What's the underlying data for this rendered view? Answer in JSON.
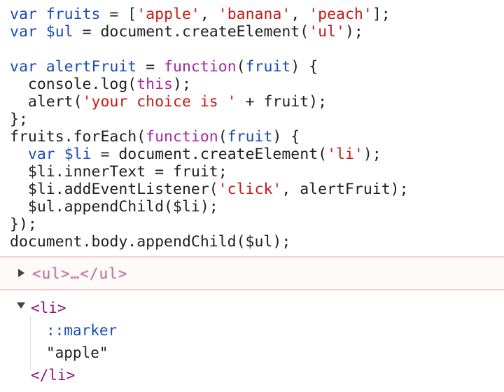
{
  "code": {
    "lines": [
      [
        {
          "t": "var",
          "c": "kb"
        },
        {
          "t": " ",
          "c": "p"
        },
        {
          "t": "fruits",
          "c": "v"
        },
        {
          "t": " = [",
          "c": "p"
        },
        {
          "t": "'apple'",
          "c": "s"
        },
        {
          "t": ", ",
          "c": "p"
        },
        {
          "t": "'banana'",
          "c": "s"
        },
        {
          "t": ", ",
          "c": "p"
        },
        {
          "t": "'peach'",
          "c": "s"
        },
        {
          "t": "];",
          "c": "p"
        }
      ],
      [
        {
          "t": "var",
          "c": "kb"
        },
        {
          "t": " ",
          "c": "p"
        },
        {
          "t": "$ul",
          "c": "v"
        },
        {
          "t": " = document.createElement(",
          "c": "p"
        },
        {
          "t": "'ul'",
          "c": "s"
        },
        {
          "t": ");",
          "c": "p"
        }
      ],
      [],
      [
        {
          "t": "var",
          "c": "kb"
        },
        {
          "t": " ",
          "c": "p"
        },
        {
          "t": "alertFruit",
          "c": "v"
        },
        {
          "t": " = ",
          "c": "p"
        },
        {
          "t": "function",
          "c": "k"
        },
        {
          "t": "(",
          "c": "p"
        },
        {
          "t": "fruit",
          "c": "v"
        },
        {
          "t": ") {",
          "c": "p"
        }
      ],
      [
        {
          "t": "  console.log(",
          "c": "p"
        },
        {
          "t": "this",
          "c": "k"
        },
        {
          "t": ");",
          "c": "p"
        }
      ],
      [
        {
          "t": "  alert(",
          "c": "p"
        },
        {
          "t": "'your choice is '",
          "c": "s"
        },
        {
          "t": " + fruit);",
          "c": "p"
        }
      ],
      [
        {
          "t": "};",
          "c": "p"
        }
      ],
      [
        {
          "t": "fruits.forEach(",
          "c": "p"
        },
        {
          "t": "function",
          "c": "k"
        },
        {
          "t": "(",
          "c": "p"
        },
        {
          "t": "fruit",
          "c": "v"
        },
        {
          "t": ") {",
          "c": "p"
        }
      ],
      [
        {
          "t": "  ",
          "c": "p"
        },
        {
          "t": "var",
          "c": "kb"
        },
        {
          "t": " ",
          "c": "p"
        },
        {
          "t": "$li",
          "c": "v"
        },
        {
          "t": " = document.createElement(",
          "c": "p"
        },
        {
          "t": "'li'",
          "c": "s"
        },
        {
          "t": ");",
          "c": "p"
        }
      ],
      [
        {
          "t": "  $li.innerText = fruit;",
          "c": "p"
        }
      ],
      [
        {
          "t": "  $li.addEventListener(",
          "c": "p"
        },
        {
          "t": "'click'",
          "c": "s"
        },
        {
          "t": ", alertFruit);",
          "c": "p"
        }
      ],
      [
        {
          "t": "  $ul.appendChild($li);",
          "c": "p"
        }
      ],
      [
        {
          "t": "});",
          "c": "p"
        }
      ],
      [
        {
          "t": "document.body.appendChild($ul);",
          "c": "p"
        }
      ]
    ]
  },
  "result": {
    "text": "<ul>…</ul>"
  },
  "dom": {
    "open_tag": "<li>",
    "marker": "::marker",
    "text_node": "\"apple\"",
    "close_tag": "</li>"
  },
  "colors": {
    "keyword_var": "#1a4cb3",
    "keyword_function": "#a626a4",
    "string": "#c41a16",
    "tag": "#881280",
    "separator": "#f6d3d3"
  },
  "icons": {
    "result_expander": "triangle-right-icon",
    "dom_expander": "triangle-down-icon"
  }
}
